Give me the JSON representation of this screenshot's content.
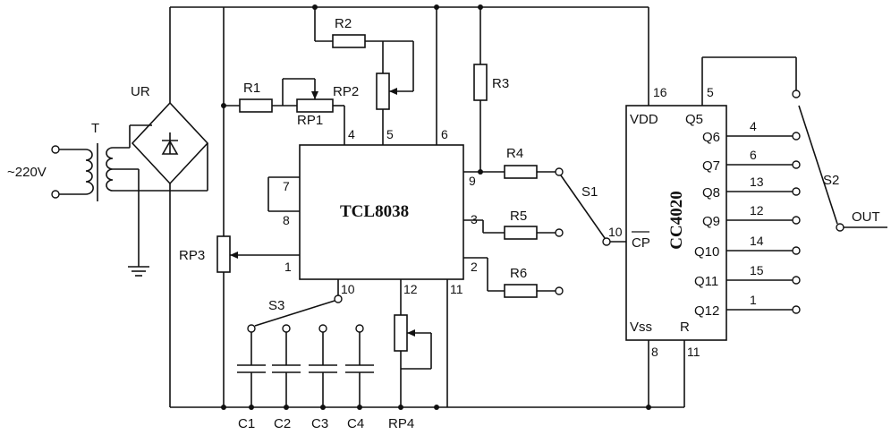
{
  "input": {
    "voltage": "~220V",
    "transformer": "T",
    "rectifier": "UR"
  },
  "components": {
    "r1": "R1",
    "r2": "R2",
    "r3": "R3",
    "r4": "R4",
    "r5": "R5",
    "r6": "R6",
    "rp1": "RP1",
    "rp2": "RP2",
    "rp3": "RP3",
    "rp4": "RP4",
    "c1": "C1",
    "c2": "C2",
    "c3": "C3",
    "c4": "C4",
    "s1": "S1",
    "s2": "S2",
    "s3": "S3"
  },
  "ic1": {
    "name": "TCL8038",
    "pins": {
      "p1": "1",
      "p2": "2",
      "p3": "3",
      "p4": "4",
      "p5": "5",
      "p6": "6",
      "p7": "7",
      "p8": "8",
      "p9": "9",
      "p10": "10",
      "p11": "11",
      "p12": "12"
    }
  },
  "ic2": {
    "name": "CC4020",
    "vdd": "VDD",
    "q5": "Q5",
    "cp": "CP",
    "vss": "Vss",
    "r": "R",
    "outputs": [
      "Q6",
      "Q7",
      "Q8",
      "Q9",
      "Q10",
      "Q11",
      "Q12"
    ],
    "output_pins": [
      "4",
      "6",
      "13",
      "12",
      "14",
      "15",
      "1"
    ],
    "pins": {
      "vdd": "16",
      "q5": "5",
      "cp": "10",
      "vss": "8",
      "r": "11"
    }
  },
  "output": "OUT"
}
